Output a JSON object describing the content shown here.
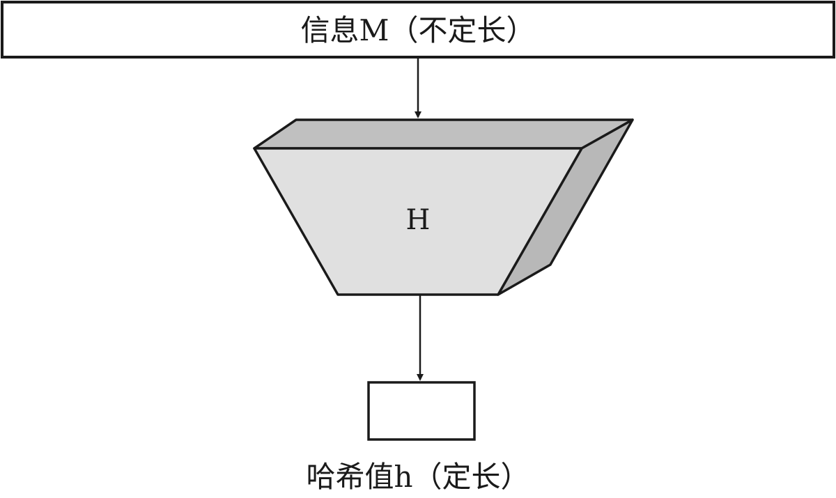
{
  "input": {
    "label": "信息M（不定长）"
  },
  "hash_function": {
    "label": "H"
  },
  "output": {
    "label": "哈希值h（定长）"
  },
  "colors": {
    "front_face": "#e0e0e0",
    "top_face": "#c0c0c0",
    "side_face": "#b8b8b8",
    "stroke": "#1a1a1a",
    "background": "#ffffff"
  }
}
